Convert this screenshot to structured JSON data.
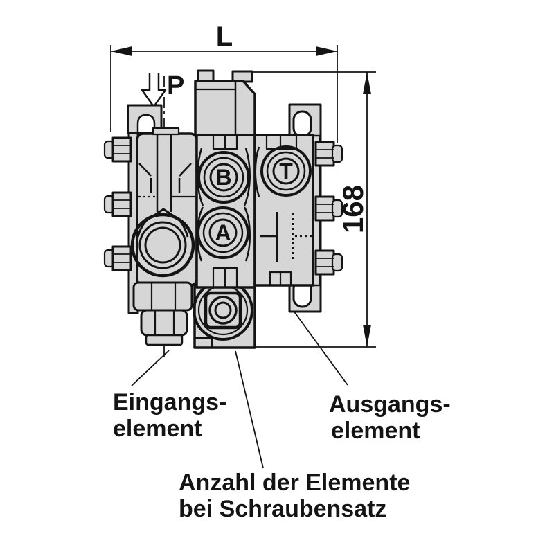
{
  "diagram": {
    "dimensions": {
      "width_label": "L",
      "height_label": "168"
    },
    "ports": {
      "pressure": "P",
      "work_b": "B",
      "work_a": "A",
      "tank": "T"
    },
    "annotations": {
      "input_element_line1": "Eingangs-",
      "input_element_line2": "element",
      "output_element_line1": "Ausgangs-",
      "output_element_line2": "element",
      "count_line1": "Anzahl der Elemente",
      "count_line2": "bei Schraubensatz"
    },
    "colors": {
      "body_fill": "#d6d6d6",
      "outline": "#141414",
      "background": "#ffffff"
    }
  }
}
